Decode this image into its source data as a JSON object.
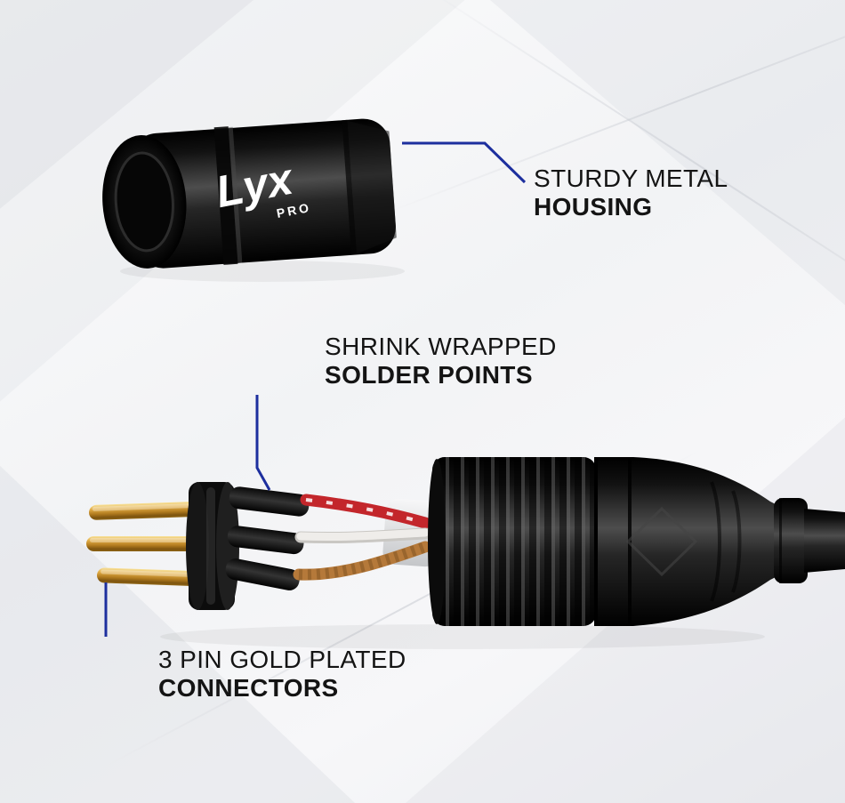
{
  "image": {
    "description": "XLR audio cable product feature diagram with three callouts",
    "background": "#f4f5f6"
  },
  "brand": {
    "logo_main": "Lyx",
    "logo_sub": "PRO"
  },
  "callouts": {
    "housing": {
      "line1": "STURDY METAL",
      "line2": "HOUSING"
    },
    "solder_points": {
      "line1": "SHRINK WRAPPED",
      "line2": "SOLDER POINTS"
    },
    "connectors": {
      "line1": "3 PIN GOLD PLATED",
      "line2": "CONNECTORS"
    }
  },
  "colors": {
    "callout_line": "#1d2f9e",
    "label_text": "#141414",
    "housing_black": "#151515",
    "gold_pin": "#d59a33",
    "red_wire": "#c3262b",
    "white_wire": "#efedea",
    "copper_wire": "#b5793a"
  }
}
